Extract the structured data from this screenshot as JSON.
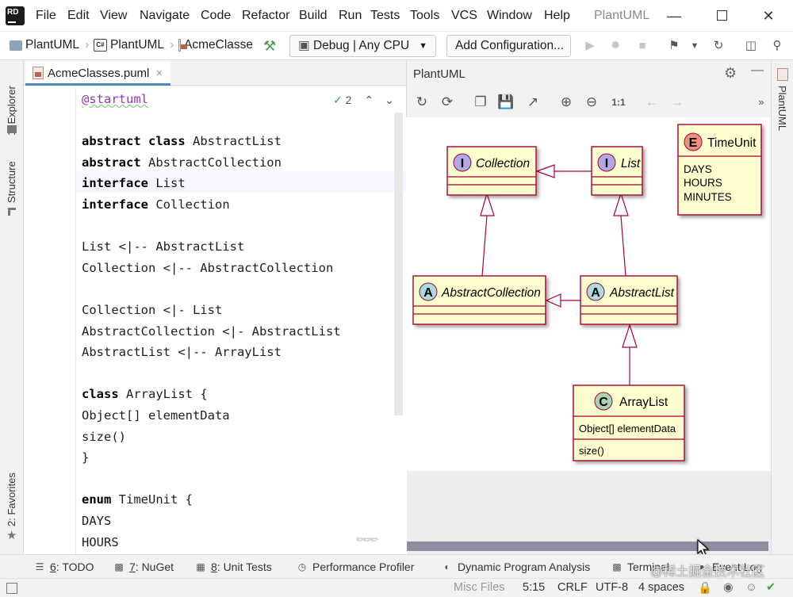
{
  "menu": {
    "items": [
      "File",
      "Edit",
      "View",
      "Navigate",
      "Code",
      "Refactor",
      "Build",
      "Run",
      "Tests",
      "Tools",
      "VCS",
      "Window",
      "Help"
    ],
    "window_title": "PlantUML",
    "logo": "RD"
  },
  "toolbar": {
    "breadcrumb": [
      "PlantUML",
      "PlantUML",
      "AcmeClasse"
    ],
    "config_label": "Debug | Any CPU",
    "add_config_label": "Add Configuration..."
  },
  "left_stripe": {
    "explorer": "1: Explorer",
    "structure": "Structure",
    "favorites": "2: Favorites"
  },
  "right_stripe": {
    "plantuml": "PlantUML"
  },
  "editor": {
    "tab_label": "AcmeClasses.puml",
    "inspection_count": "2",
    "lines": [
      {
        "kw": "",
        "text": "@startuml",
        "tag": true
      },
      {
        "kw": "",
        "text": ""
      },
      {
        "kw": "abstract class",
        "text": " AbstractList"
      },
      {
        "kw": "abstract",
        "text": " AbstractCollection"
      },
      {
        "kw": "interface",
        "text": " List"
      },
      {
        "kw": "interface",
        "text": " Collection"
      },
      {
        "kw": "",
        "text": ""
      },
      {
        "kw": "",
        "text": "List <|-- AbstractList"
      },
      {
        "kw": "",
        "text": "Collection <|-- AbstractCollection"
      },
      {
        "kw": "",
        "text": ""
      },
      {
        "kw": "",
        "text": "Collection <|- List"
      },
      {
        "kw": "",
        "text": "AbstractCollection <|- AbstractList"
      },
      {
        "kw": "",
        "text": "AbstractList <|-- ArrayList"
      },
      {
        "kw": "",
        "text": ""
      },
      {
        "kw": "class",
        "text": " ArrayList {"
      },
      {
        "kw": "",
        "text": "Object[] elementData"
      },
      {
        "kw": "",
        "text": "size()"
      },
      {
        "kw": "",
        "text": "}"
      },
      {
        "kw": "",
        "text": ""
      },
      {
        "kw": "enum",
        "text": " TimeUnit {"
      },
      {
        "kw": "",
        "text": "DAYS"
      },
      {
        "kw": "",
        "text": "HOURS"
      }
    ]
  },
  "plantuml_panel": {
    "title": "PlantUML",
    "zoom_label": "1:1",
    "diagram": {
      "collection": {
        "stereo": "I",
        "name": "Collection"
      },
      "list": {
        "stereo": "I",
        "name": "List"
      },
      "abstract_collection": {
        "stereo": "A",
        "name": "AbstractCollection"
      },
      "abstract_list": {
        "stereo": "A",
        "name": "AbstractList"
      },
      "array_list": {
        "stereo": "C",
        "name": "ArrayList",
        "field": "Object[] elementData",
        "method": "size()"
      },
      "time_unit": {
        "stereo": "E",
        "name": "TimeUnit",
        "values": [
          "DAYS",
          "HOURS",
          "MINUTES"
        ]
      }
    },
    "colors": {
      "interface": "#b4a7e5",
      "abstract": "#a9dcdf",
      "class": "#add1b2",
      "enum": "#eb937f",
      "box_fill": "#fefece",
      "box_border": "#a80036"
    }
  },
  "tool_windows": [
    {
      "num": "6",
      "label": ": TODO"
    },
    {
      "num": "7",
      "label": ": NuGet"
    },
    {
      "num": "8",
      "label": ": Unit Tests"
    },
    {
      "num": "",
      "label": "Performance Profiler"
    },
    {
      "num": "",
      "label": "Dynamic Program Analysis"
    },
    {
      "num": "",
      "label": "Terminal"
    },
    {
      "num": "",
      "label": "Event Log"
    }
  ],
  "status": {
    "misc": "Misc Files",
    "position": "5:15",
    "line_ending": "CRLF",
    "encoding": "UTF-8",
    "indent": "4 spaces"
  },
  "watermark": "@稀土掘金技术社区"
}
